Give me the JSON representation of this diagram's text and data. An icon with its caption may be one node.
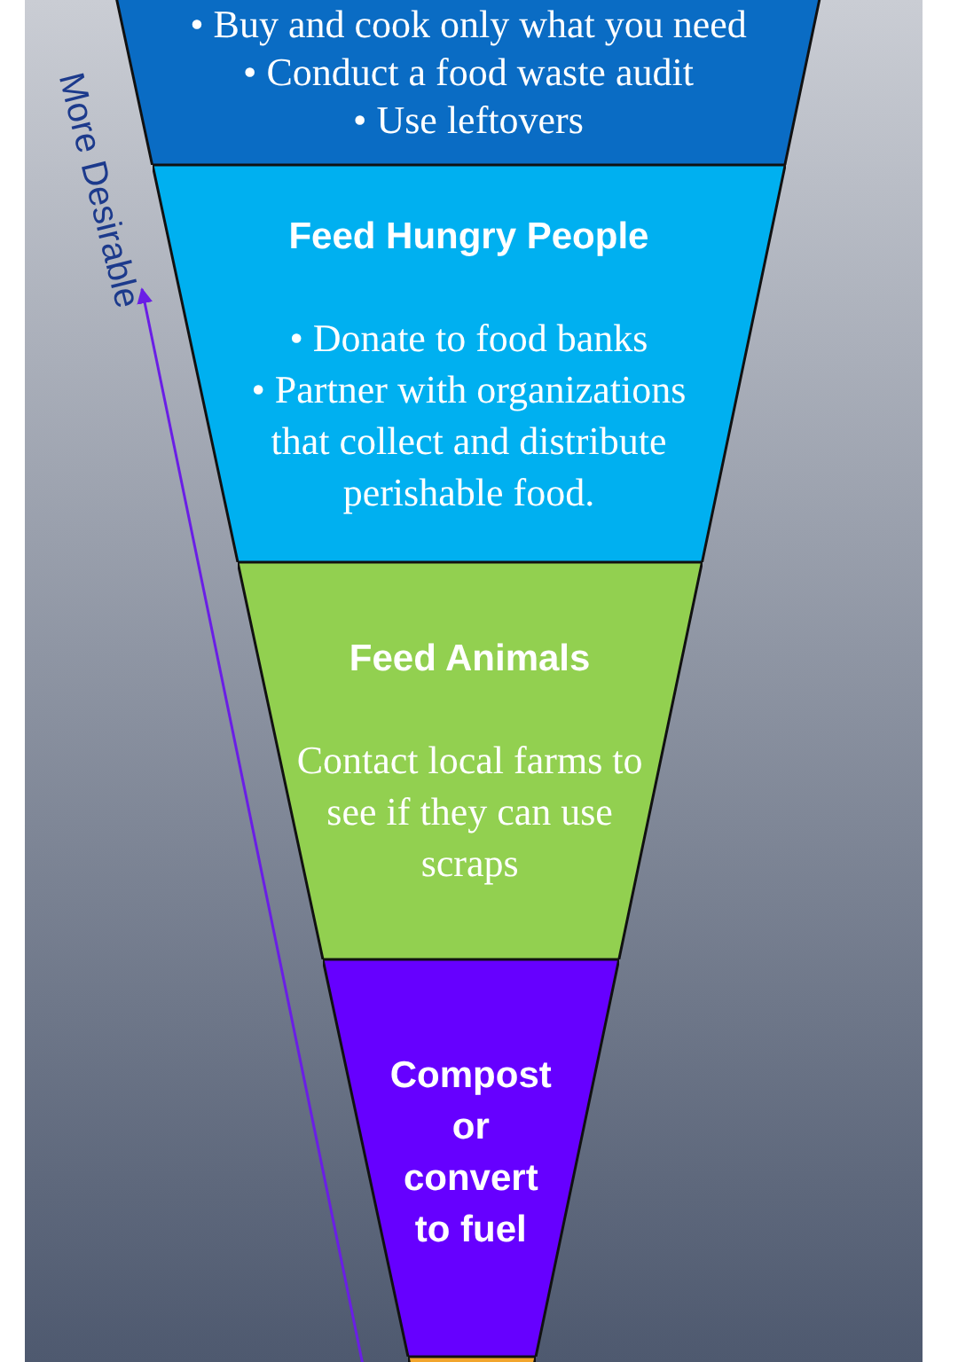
{
  "diagram": {
    "nodes": [
      {
        "text": [
          "• Buy and cook only what you need",
          "• Conduct a food waste audit",
          "• Use leftovers"
        ]
      },
      {
        "text": [
          "Feed Hungry People",
          "• Donate to food banks",
          "• Partner with organizations that collect and distribute perishable food."
        ]
      },
      {
        "text": [
          "Feed Animals",
          "Contact local farms to see if they can use scraps"
        ]
      },
      {
        "text": [
          "Compost or convert to fuel"
        ]
      },
      {
        "text": [],
        "shape": "box"
      }
    ],
    "labels": [
      "More Desirable"
    ]
  }
}
